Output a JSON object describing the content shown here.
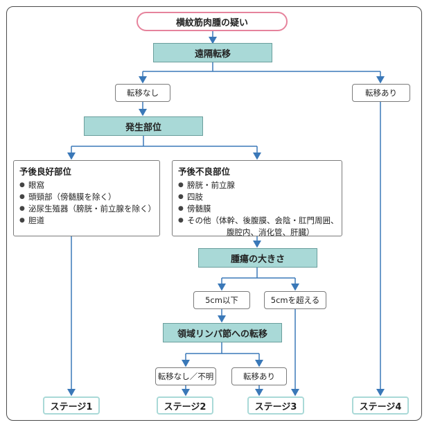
{
  "title": "横紋筋肉腫の疑い",
  "nodes": {
    "distant_metastasis": "遠隔転移",
    "no_metastasis": "転移なし",
    "metastasis_yes": "転移あり",
    "primary_site": "発生部位",
    "tumor_size": "腫瘍の大きさ",
    "size_small": "5cm以下",
    "size_large": "5cmを超える",
    "lymph_node": "領域リンパ節への転移",
    "ln_no": "転移なし／不明",
    "ln_yes": "転移あり"
  },
  "favorable": {
    "title": "予後良好部位",
    "items": [
      "眼窩",
      "頭頸部（傍髄膜を除く）",
      "泌尿生殖器（膀胱・前立腺を除く）",
      "胆道"
    ]
  },
  "unfavorable": {
    "title": "予後不良部位",
    "items": [
      "膀胱・前立腺",
      "四肢",
      "傍髄膜",
      "その他（体幹、後腹膜、会陰・肛門周囲、"
    ],
    "continuation": [
      "腹腔内、消化管、肝臓）"
    ]
  },
  "stages": [
    "ステージ1",
    "ステージ2",
    "ステージ3",
    "ステージ4"
  ],
  "colors": {
    "teal": "#a9d9d7",
    "arrow": "#3a78b8",
    "title_border": "#e6839c"
  }
}
